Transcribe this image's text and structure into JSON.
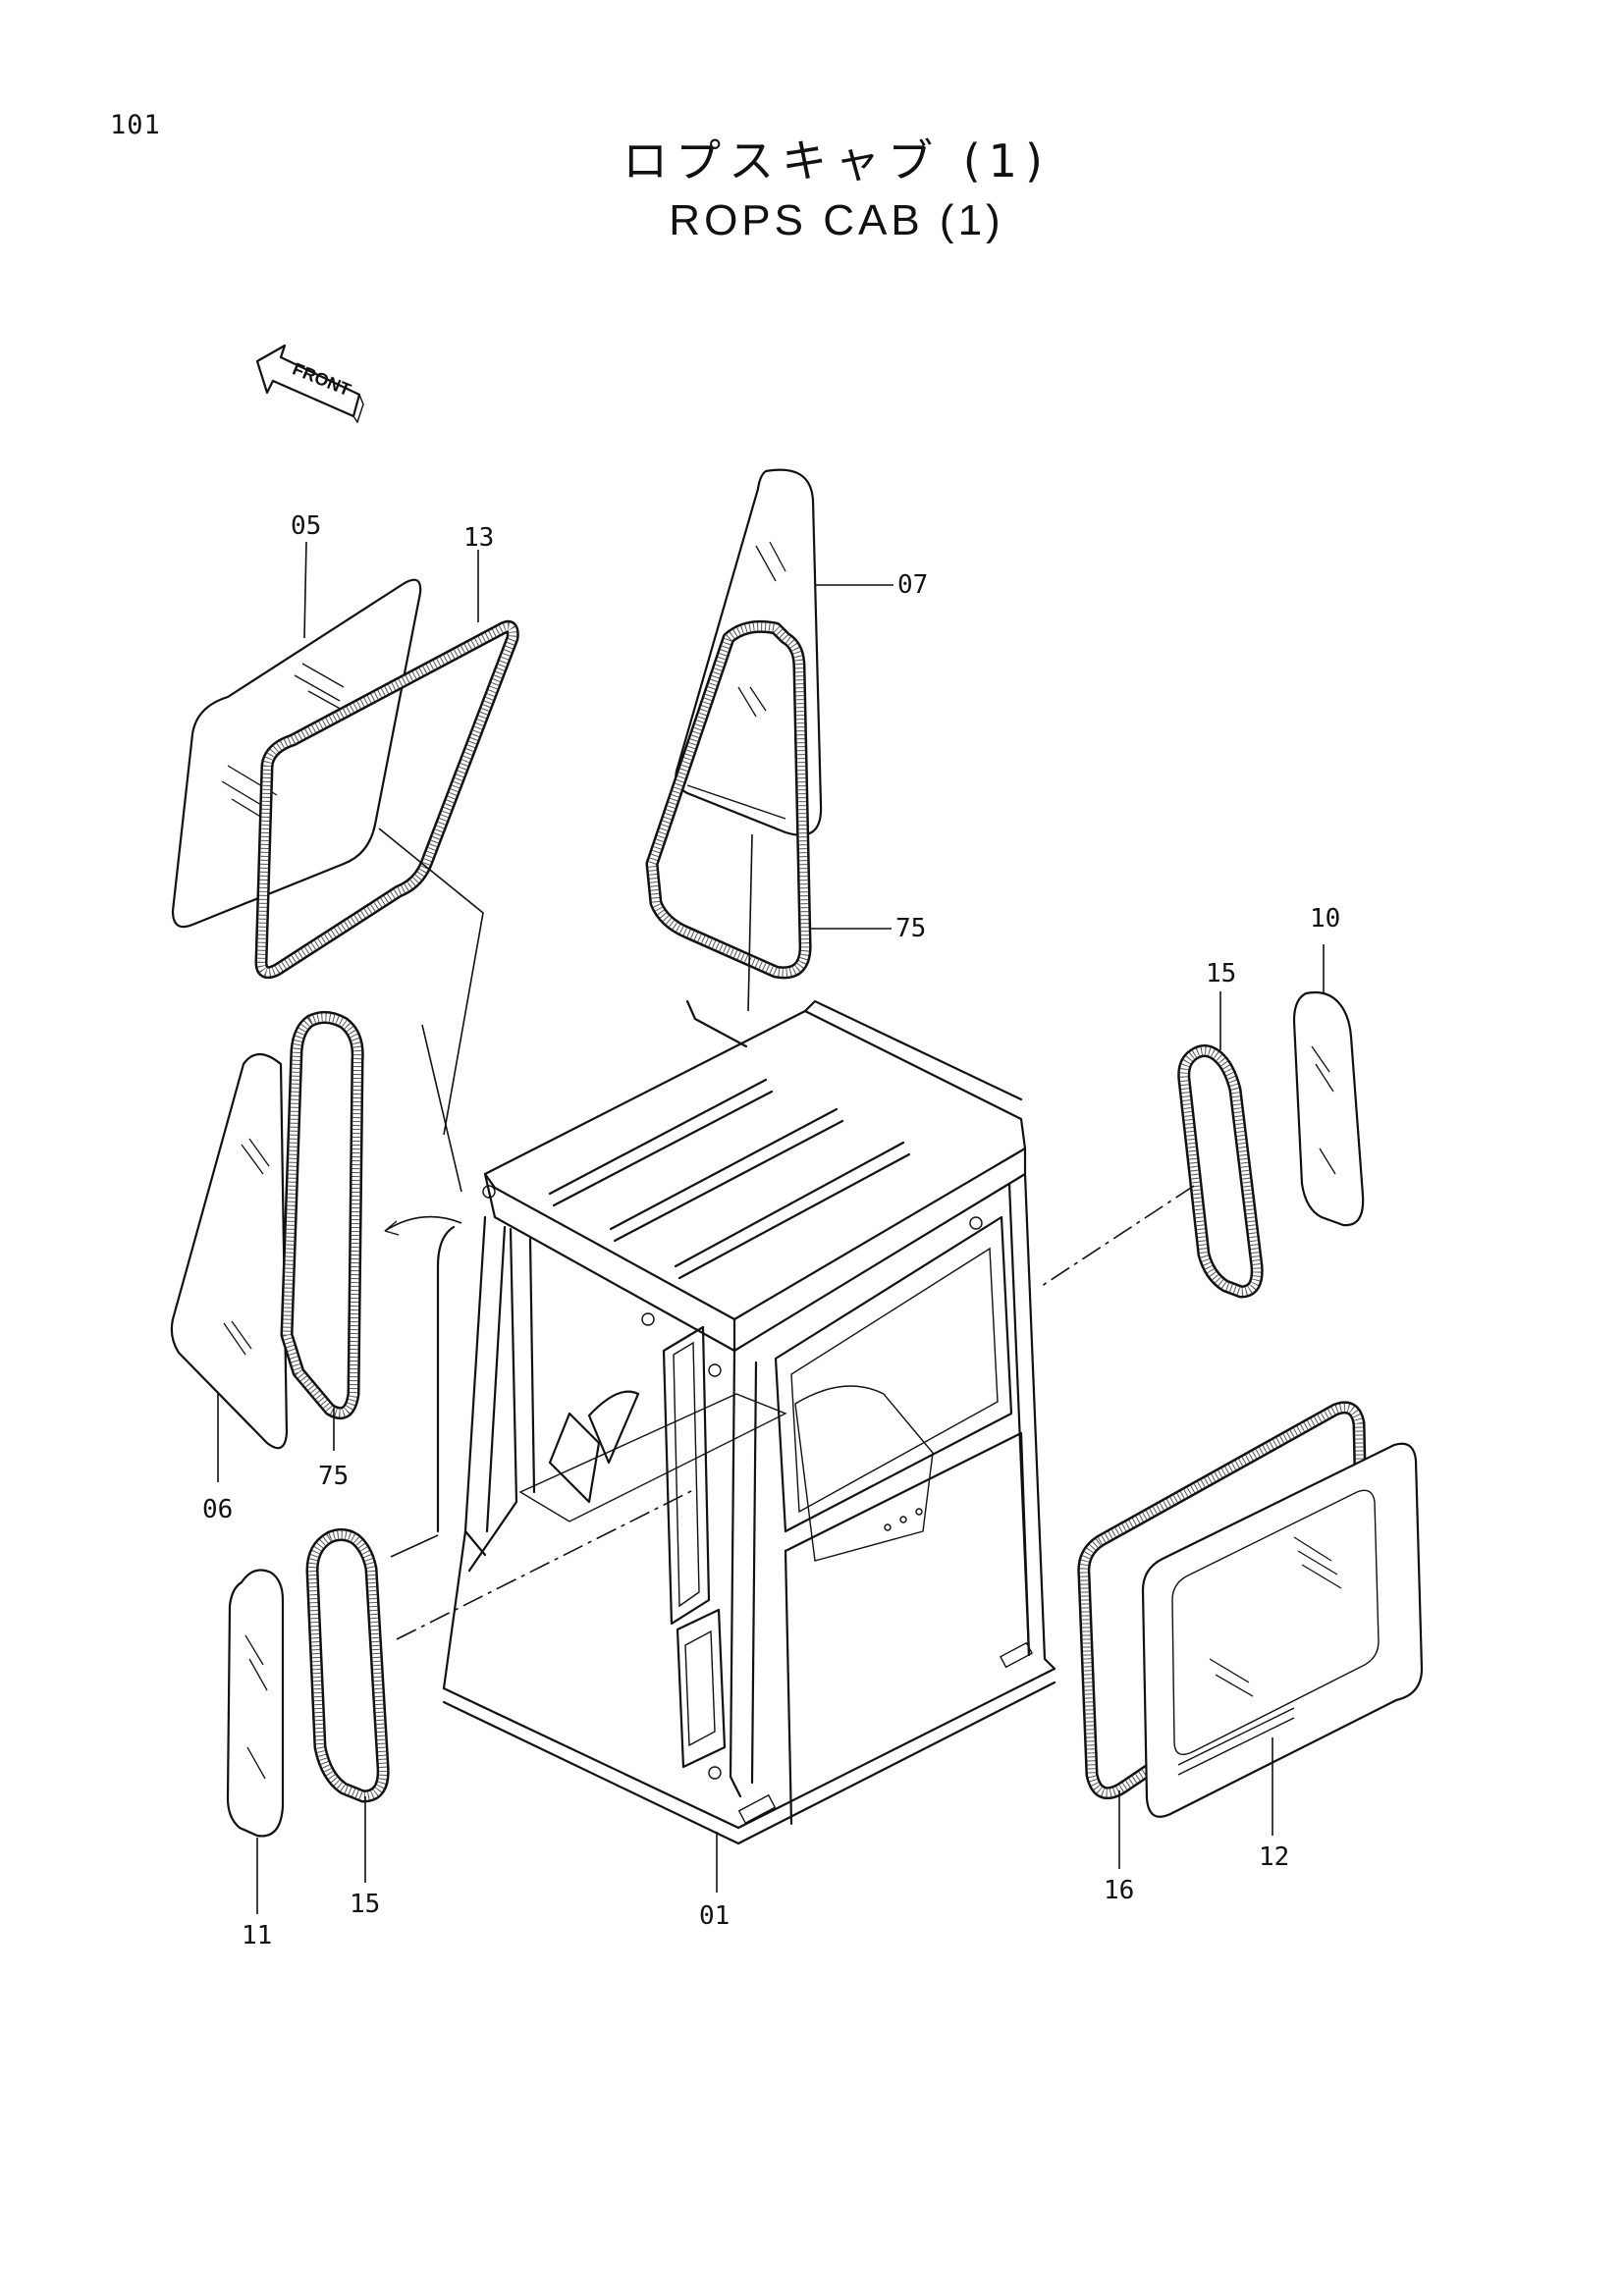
{
  "page_number": "101",
  "title_jp": "ロプスキャブ (1)",
  "title_en": "ROPS CAB (1)",
  "front_arrow_label": "FRONT",
  "callouts": [
    "05",
    "13",
    "07",
    "75",
    "10",
    "15",
    "06",
    "75",
    "11",
    "15",
    "01",
    "16",
    "12"
  ]
}
